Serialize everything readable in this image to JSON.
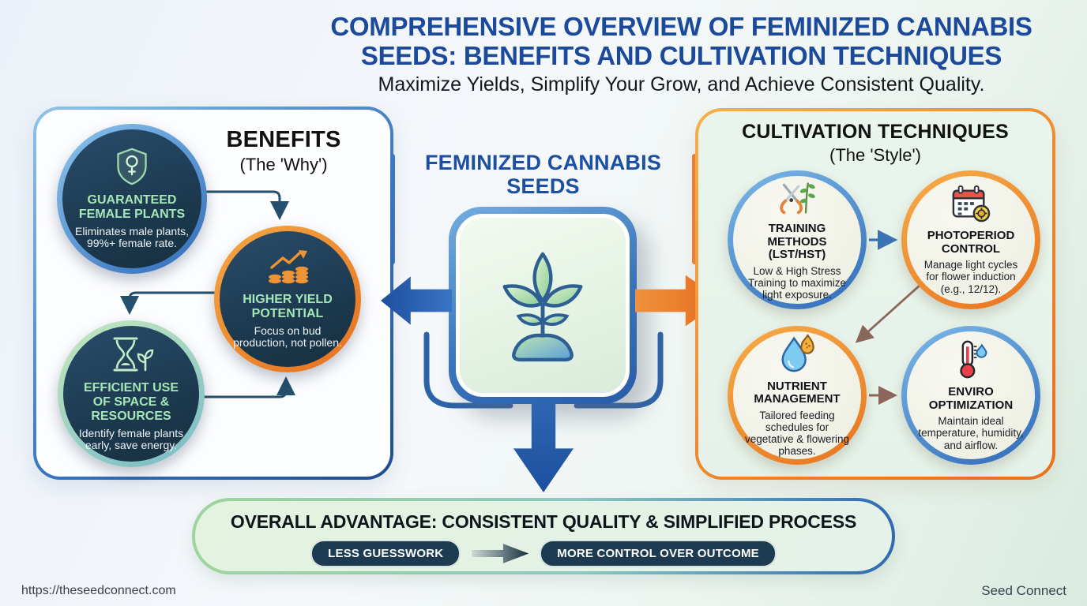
{
  "header": {
    "title": "COMPREHENSIVE OVERVIEW OF FEMINIZED CANNABIS SEEDS: BENEFITS AND CULTIVATION TECHNIQUES",
    "subtitle": "Maximize Yields, Simplify Your Grow, and Achieve Consistent Quality."
  },
  "benefits_panel": {
    "heading": "BENEFITS",
    "subheading": "(The 'Why')",
    "items": [
      {
        "icon": "shield-female-icon",
        "title": "GUARANTEED FEMALE PLANTS",
        "desc": "Eliminates male plants, 99%+ female rate."
      },
      {
        "icon": "coins-growth-icon",
        "title": "HIGHER YIELD POTENTIAL",
        "desc": "Focus on bud production, not pollen."
      },
      {
        "icon": "hourglass-plant-icon",
        "title": "EFFICIENT USE OF SPACE & RESOURCES",
        "desc": "Identify female plants early, save energy."
      }
    ]
  },
  "center": {
    "title": "FEMINIZED CANNABIS SEEDS",
    "icon": "seedling-icon"
  },
  "cultivation_panel": {
    "heading": "CULTIVATION TECHNIQUES",
    "subheading": "(The 'Style')",
    "items": [
      {
        "icon": "pruning-shears-icon",
        "title": "TRAINING METHODS (LST/HST)",
        "desc": "Low & High Stress Training to maximize light exposure."
      },
      {
        "icon": "calendar-sun-icon",
        "title": "PHOTOPERIOD CONTROL",
        "desc": "Manage light cycles for flower induction (e.g., 12/12)."
      },
      {
        "icon": "water-drop-icon",
        "title": "NUTRIENT MANAGEMENT",
        "desc": "Tailored feeding schedules for vegetative & flowering phases."
      },
      {
        "icon": "thermometer-icon",
        "title": "ENVIRO OPTIMIZATION",
        "desc": "Maintain ideal temperature, humidity, and airflow."
      }
    ]
  },
  "banner": {
    "heading": "OVERALL ADVANTAGE: CONSISTENT QUALITY & SIMPLIFIED PROCESS",
    "pill_left": "LESS GUESSWORK",
    "pill_right": "MORE CONTROL OVER OUTCOME"
  },
  "footer": {
    "url": "https://theseedconnect.com",
    "brand": "Seed Connect"
  },
  "colors": {
    "title_blue": "#1b4a9c",
    "accent_orange": "#e8731f",
    "accent_blue": "#2f6ab8",
    "circle_navy": "#1c394f",
    "circle_green_text": "#a5e6b6",
    "panel_mint": "#e9f4ec",
    "pill_navy": "#1c3a50"
  }
}
